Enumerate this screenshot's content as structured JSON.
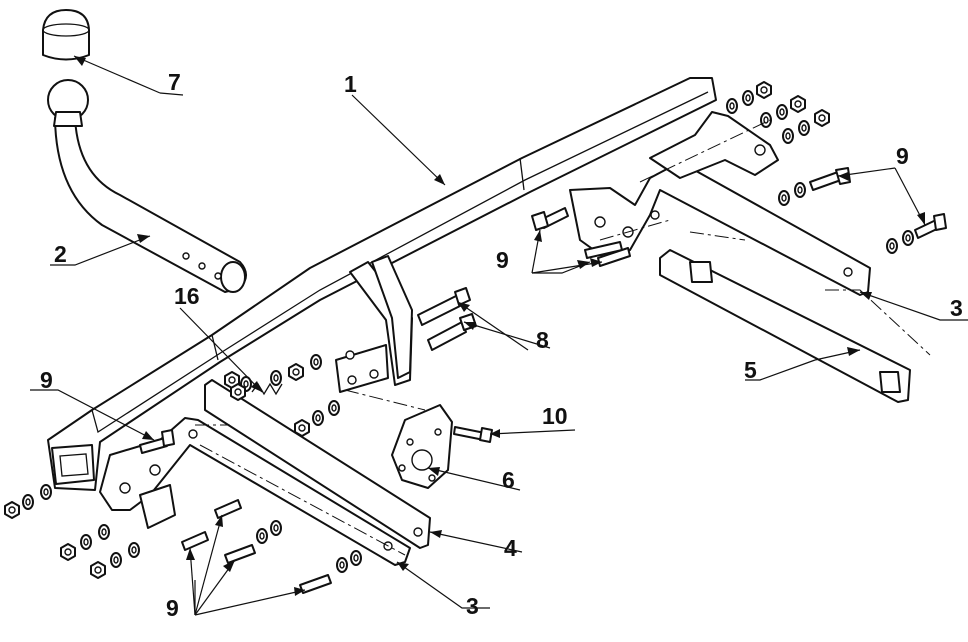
{
  "callouts": {
    "c1": "1",
    "c2": "2",
    "c3a": "3",
    "c3b": "3",
    "c4": "4",
    "c5": "5",
    "c6": "6",
    "c7": "7",
    "c8": "8",
    "c9a": "9",
    "c9b": "9",
    "c9c": "9",
    "c9d": "9",
    "c10": "10",
    "c16": "16"
  }
}
